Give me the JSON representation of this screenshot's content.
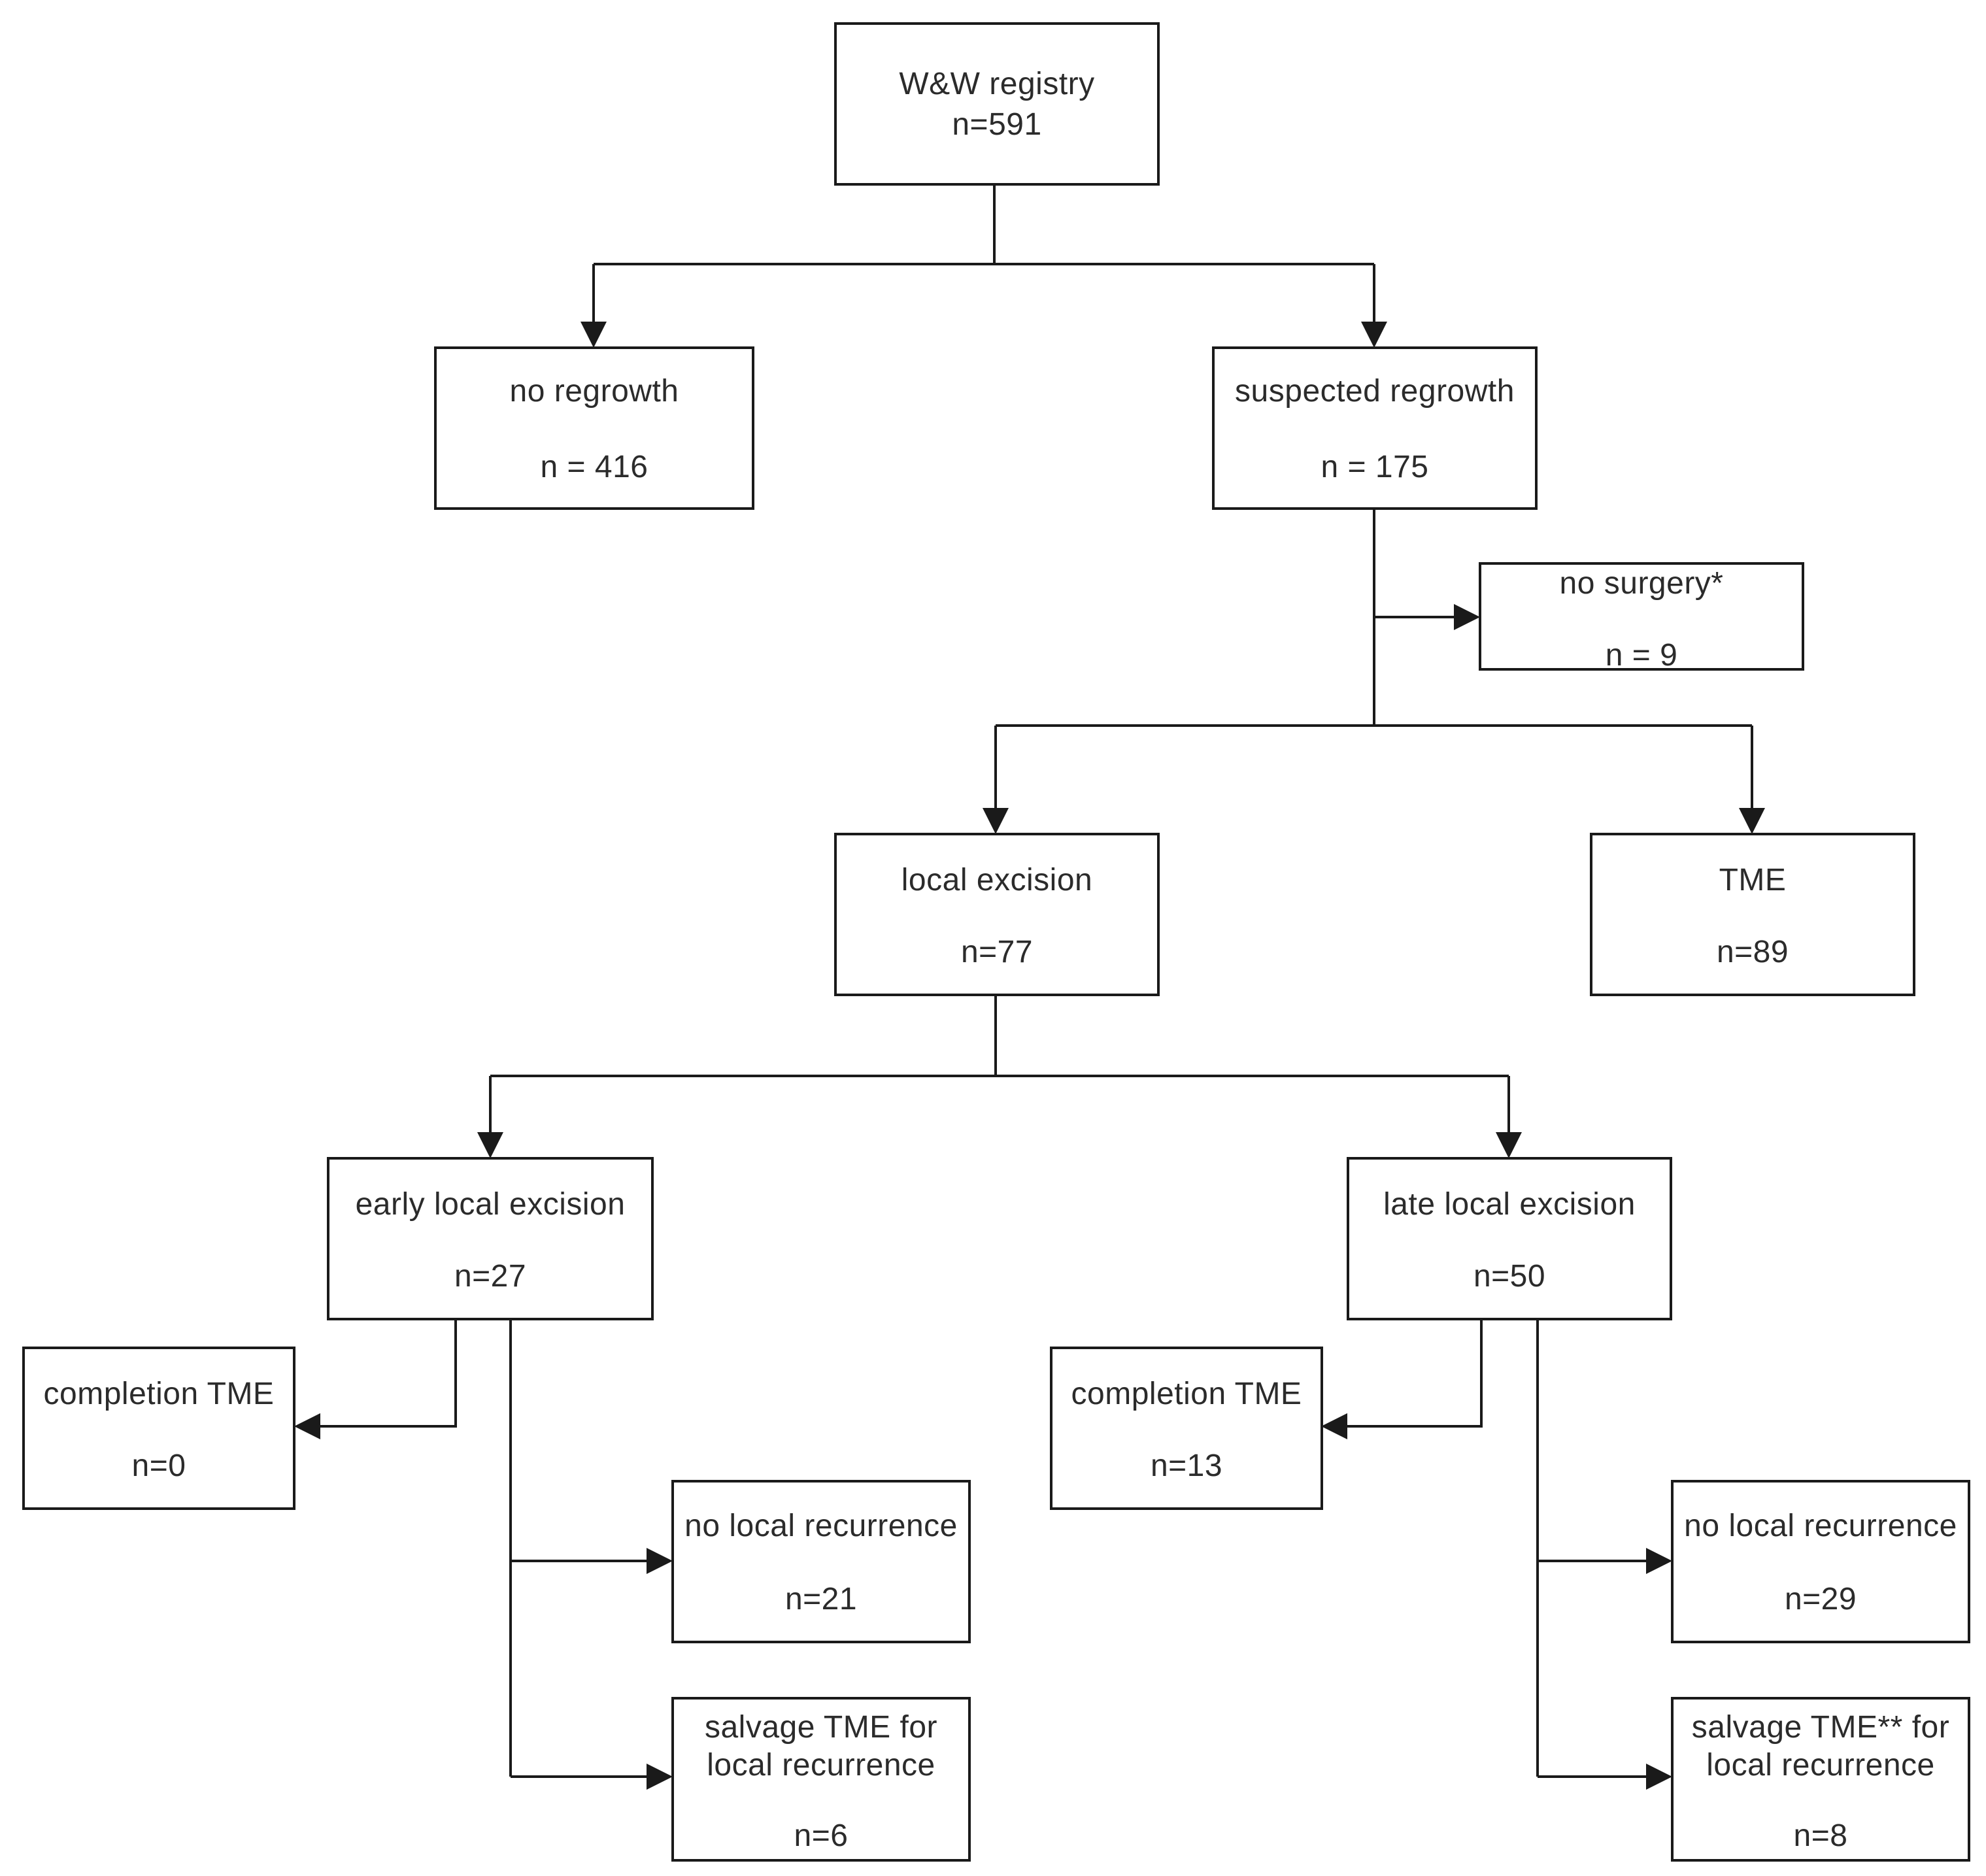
{
  "diagram": {
    "registry": {
      "label": "W&W registry",
      "count": "n=591"
    },
    "no_regrowth": {
      "label": "no regrowth",
      "count": "n = 416"
    },
    "suspected_regrowth": {
      "label": "suspected regrowth",
      "count": "n = 175"
    },
    "no_surgery": {
      "label": "no surgery*",
      "count": "n = 9"
    },
    "local_excision": {
      "label": "local excision",
      "count": "n=77"
    },
    "tme": {
      "label": "TME",
      "count": "n=89"
    },
    "early_local_excision": {
      "label": "early local excision",
      "count": "n=27"
    },
    "late_local_excision": {
      "label": "late local excision",
      "count": "n=50"
    },
    "early_completion_tme": {
      "label": "completion TME",
      "count": "n=0"
    },
    "early_no_local_recurrence": {
      "label": "no local recurrence",
      "count": "n=21"
    },
    "early_salvage_tme": {
      "label_line1": "salvage TME for",
      "label_line2": "local recurrence",
      "count": "n=6"
    },
    "late_completion_tme": {
      "label": "completion TME",
      "count": "n=13"
    },
    "late_no_local_recurrence": {
      "label": "no local recurrence",
      "count": "n=29"
    },
    "late_salvage_tme": {
      "label_line1": "salvage TME** for",
      "label_line2": "local recurrence",
      "count": "n=8"
    }
  },
  "colors": {
    "line": "#1a1a1a",
    "text": "#2b2b2b",
    "background": "#ffffff"
  }
}
